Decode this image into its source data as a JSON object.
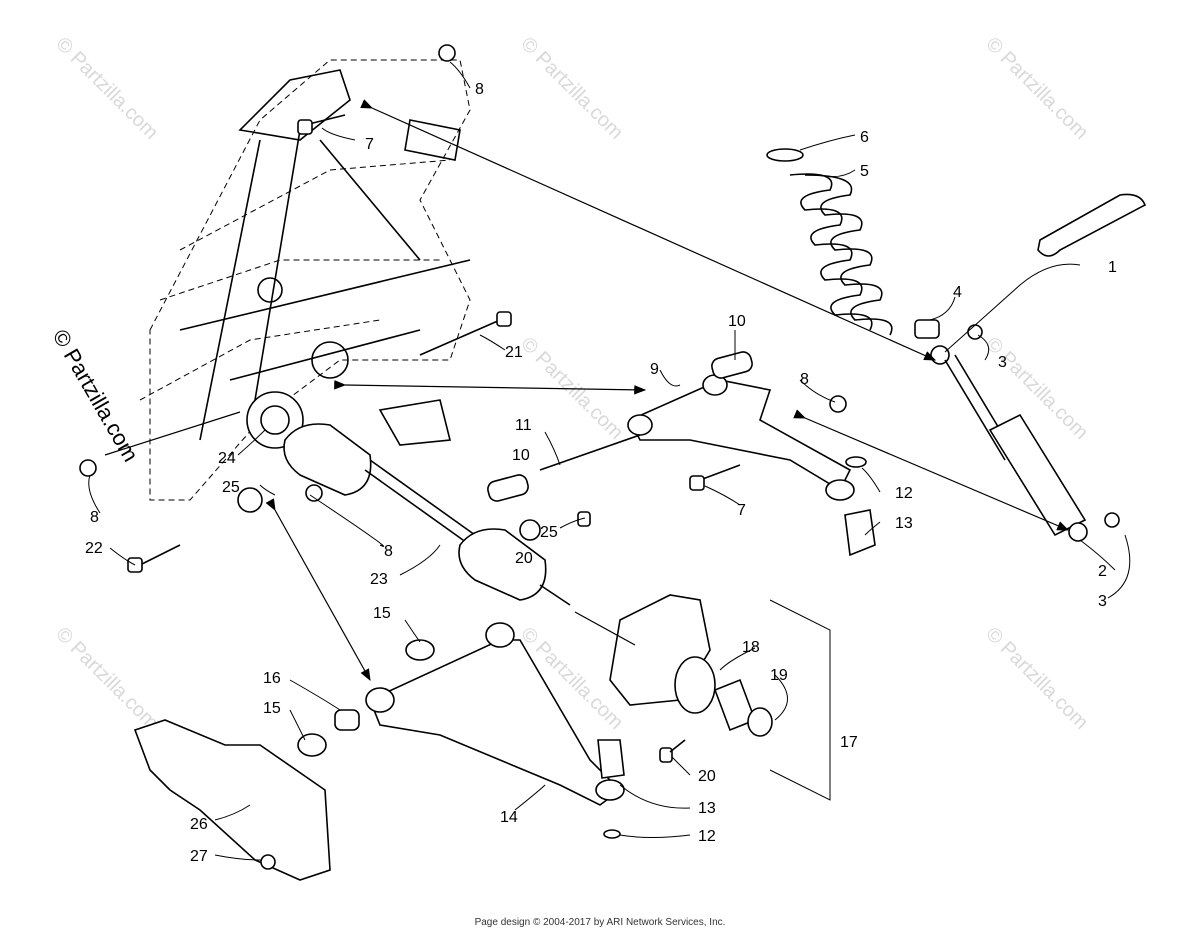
{
  "watermark": "© Partzilla.com",
  "footer": "Page design © 2004-2017 by ARI Network Services, Inc.",
  "labels": {
    "l1": "1",
    "l2": "2",
    "l3a": "3",
    "l3b": "3",
    "l4": "4",
    "l5": "5",
    "l6": "6",
    "l7a": "7",
    "l7b": "7",
    "l8a": "8",
    "l8b": "8",
    "l8c": "8",
    "l8d": "8",
    "l9": "9",
    "l10a": "10",
    "l10b": "10",
    "l11": "11",
    "l12a": "12",
    "l12b": "12",
    "l13a": "13",
    "l13b": "13",
    "l14": "14",
    "l15a": "15",
    "l15b": "15",
    "l16": "16",
    "l17": "17",
    "l18": "18",
    "l19": "19",
    "l20a": "20",
    "l20b": "20",
    "l21": "21",
    "l22": "22",
    "l23": "23",
    "l24": "24",
    "l25a": "25",
    "l25b": "25",
    "l26": "26",
    "l27": "27"
  }
}
